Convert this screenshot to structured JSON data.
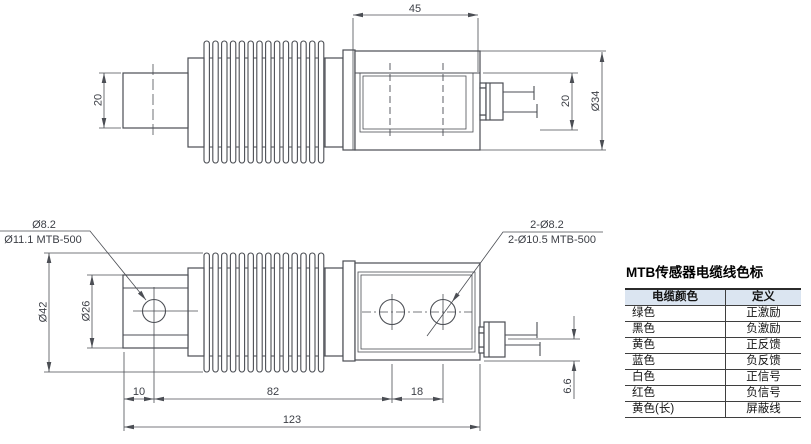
{
  "colors": {
    "line": "#4b4e54",
    "dim_text": "#3c3f46",
    "header_bg": "#dbe5f1",
    "table_border": "#3f3f3f",
    "table_border_heavy": "#2b2b2b",
    "text": "#141414"
  },
  "top_view": {
    "dim_length_45": "45",
    "dim_height_left_20": "20",
    "dim_pocket_right_20": "20",
    "dim_diameter_34": "Ø34"
  },
  "bottom_view": {
    "hole_label_line1": "Ø8.2",
    "hole_label_line2": "Ø11.1 MTB-500",
    "holes_label_line1": "2-Ø8.2",
    "holes_label_line2": "2-Ø10.5 MTB-500",
    "dim_diameter_42": "Ø42",
    "dim_diameter_26": "Ø26",
    "dim_offset_10": "10",
    "dim_span_82": "82",
    "dim_span_18": "18",
    "dim_total_123": "123",
    "dim_height_6_6": "6.6"
  },
  "cable_table": {
    "title": "MTB传感器电缆线色标",
    "headers": [
      "电缆颜色",
      "定义"
    ],
    "rows": [
      {
        "color": "绿色",
        "definition": "正激励"
      },
      {
        "color": "黑色",
        "definition": "负激励"
      },
      {
        "color": "黄色",
        "definition": "正反馈"
      },
      {
        "color": "蓝色",
        "definition": "负反馈"
      },
      {
        "color": "白色",
        "definition": "正信号"
      },
      {
        "color": "红色",
        "definition": "负信号"
      },
      {
        "color": "黄色(长)",
        "definition": "屏蔽线"
      }
    ]
  }
}
